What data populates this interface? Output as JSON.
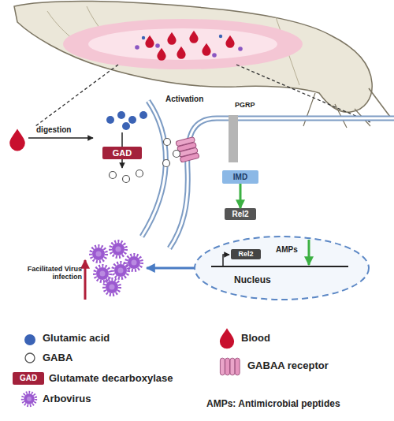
{
  "diagram": {
    "nodes": [
      {
        "text": [
          "GAD"
        ]
      },
      {
        "text": [
          "PGRP"
        ]
      },
      {
        "text": [
          "IMD"
        ]
      },
      {
        "text": [
          "Rel2"
        ]
      },
      {
        "text": [
          "Nucleus"
        ]
      },
      {
        "text": [
          "Rel2"
        ],
        "in": 4
      }
    ],
    "edges": [
      {
        "from": 2,
        "to": 3,
        "arrow": "to"
      }
    ],
    "labels": [
      "digestion",
      "Activation",
      "AMPs",
      "Facilitated Virus infection",
      "GAD",
      "AMPs: Antimicrobial peptides"
    ],
    "legend": [
      {
        "text": "Glutamic acid",
        "color": "#3b63b5"
      },
      {
        "text": "GABA"
      },
      {
        "text": "Glutamate decarboxylase",
        "color": "#a3213b"
      },
      {
        "text": "Arbovirus"
      },
      {
        "text": "Blood"
      },
      {
        "text": "GABAA receptor"
      }
    ]
  }
}
